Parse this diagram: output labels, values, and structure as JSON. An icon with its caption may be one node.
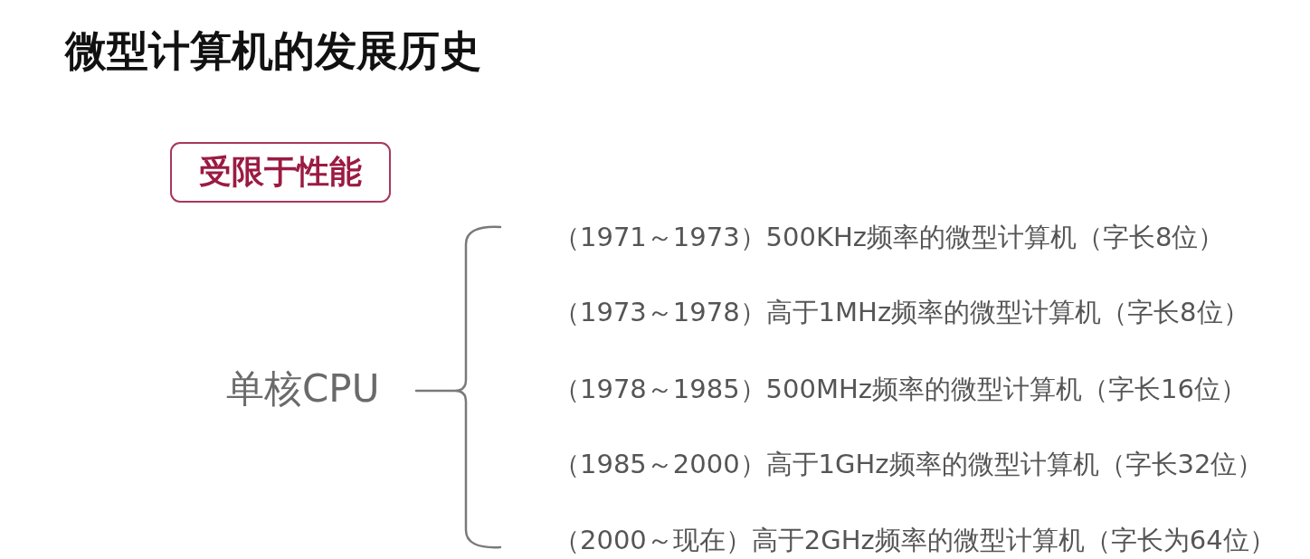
{
  "diagram": {
    "title": "微型计算机的发展历史",
    "nodes": [
      {
        "text": [
          "受限于性能"
        ]
      }
    ],
    "labels": [
      "单核CPU",
      "（1971～1973）500KHz频率的微型计算机（字长8位）",
      "（1973～1978）高于1MHz频率的微型计算机（字长8位）",
      "（1978～1985）500MHz频率的微型计算机（字长16位）",
      "（1985～2000）高于1GHz频率的微型计算机（字长32位）",
      "（2000～现在）高于2GHz频率的微型计算机（字长为64位）"
    ]
  }
}
